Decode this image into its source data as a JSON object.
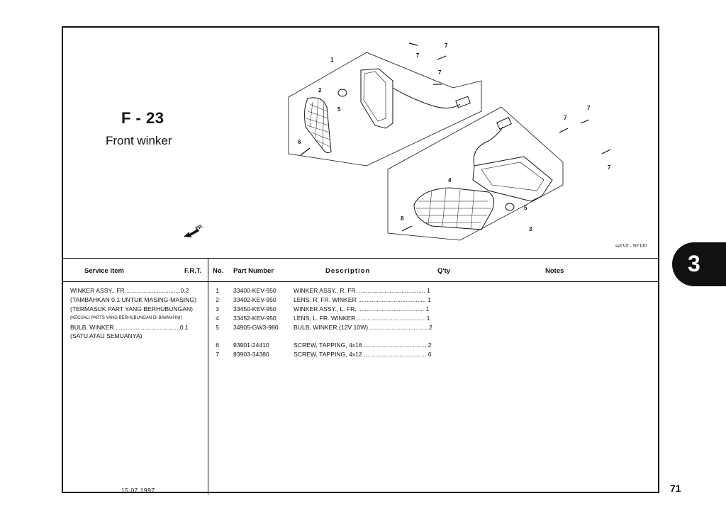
{
  "figure": {
    "code": "F - 23",
    "title": "Front winker",
    "model_code": "ssEVF - NF100",
    "fr_label": "FR.",
    "callouts": [
      "1",
      "2",
      "5",
      "6",
      "7",
      "7",
      "7",
      "7",
      "7",
      "7",
      "4",
      "5",
      "8",
      "3"
    ]
  },
  "table": {
    "headers": {
      "service_item": "Service item",
      "frt": "F.R.T.",
      "no": "No.",
      "part_number": "Part Number",
      "description": "Description",
      "qty": "Q'ty",
      "notes": "Notes"
    },
    "service_items": [
      {
        "text": "WINKER ASSY., FR.................................0.2",
        "small": false
      },
      {
        "text": "(TAMBAHKAN 0.1 UNTUK MASING-MASING)",
        "small": false
      },
      {
        "text": "(TERMASUK PART YANG BERHUBUNGAN)",
        "small": false
      },
      {
        "text": "(KECUALI PARTS YANG BERHUBUNGAN  DI BAWAH INI)",
        "small": true
      },
      {
        "text": "BULB, WINKER.......................................0.1",
        "small": false
      },
      {
        "text": "(SATU ATAU SEMUANYA)",
        "small": false
      }
    ],
    "rows": [
      {
        "no": "1",
        "part_number": "33400-KEV-950",
        "description": "WINKER ASSY., R. FR. ....................................... 1"
      },
      {
        "no": "2",
        "part_number": "33402-KEV-950",
        "description": "LENS, R. FR. WINKER ........................................ 1"
      },
      {
        "no": "3",
        "part_number": "33450-KEV-950",
        "description": "WINKER ASSY., L. FR. ....................................... 1"
      },
      {
        "no": "4",
        "part_number": "33452-KEV-950",
        "description": "LENS, L. FR. WINKER ........................................ 1"
      },
      {
        "no": "5",
        "part_number": "34905-GW3-980",
        "description": "BULB, WINKER (12V 10W) .................................. 2"
      },
      {
        "no": "6",
        "part_number": "93901-24410",
        "description": "SCREW, TAPPING, 4x16 ..................................... 2"
      },
      {
        "no": "7",
        "part_number": "93903-34380",
        "description": "SCREW, TAPPING, 4x12 ..................................... 6"
      }
    ],
    "date": "15.07.1997"
  },
  "chapter": "3",
  "page_number": "71"
}
